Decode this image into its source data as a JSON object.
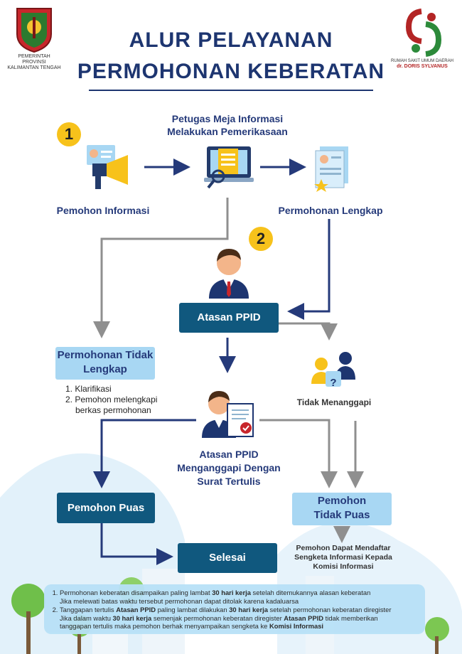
{
  "header": {
    "left_logo_caption_line1": "PEMERINTAH PROVINSI",
    "left_logo_caption_line2": "KALIMANTAN TENGAH",
    "right_logo_caption_line1": "RUMAH SAKIT UMUM DAERAH",
    "right_logo_caption_line2": "dr. DORIS SYLVANUS",
    "title_line1": "ALUR PELAYANAN",
    "title_line2": "PERMOHONAN KEBERATAN"
  },
  "steps": {
    "badge1": "1",
    "badge2": "2",
    "petugas_line1": "Petugas Meja Informasi",
    "petugas_line2": "Melakukan Pemerikasaan",
    "pemohon_informasi": "Pemohon Informasi",
    "permohonan_lengkap": "Permohonan Lengkap",
    "atasan_ppid": "Atasan PPID",
    "tidak_lengkap_line1": "Permohonan Tidak",
    "tidak_lengkap_line2": "Lengkap",
    "klarifikasi": "1. Klarifikasi",
    "melengkapi_line1": "2. Pemohon melengkapi",
    "melengkapi_line2": "berkas permohonan",
    "tidak_menanggapi": "Tidak Menanggapi",
    "menanggapi_line1": "Atasan PPID",
    "menanggapi_line2": "Menganggapi Dengan",
    "menanggapi_line3": "Surat Tertulis",
    "pemohon_puas": "Pemohon Puas",
    "tidak_puas_line1": "Pemohon",
    "tidak_puas_line2": "Tidak Puas",
    "selesai": "Selesai",
    "sengketa_line1": "Pemohon Dapat Mendaftar",
    "sengketa_line2": "Sengketa Informasi Kepada",
    "sengketa_line3": "Komisi Informasi",
    "question_mark": "?"
  },
  "notes": {
    "n1_a": "Permohonan keberatan disampaikan paling lambat ",
    "n1_b": "30 hari kerja",
    "n1_c": " setelah ditemukannya alasan keberatan",
    "n1_d": "Jika melewati batas waktu tersebut permohonan dapat ditolak karena kadaluarsa",
    "n2_a": "Tanggapan tertulis ",
    "n2_b": "Atasan PPID",
    "n2_c": " paling lambat dilakukan ",
    "n2_d": "30 hari kerja",
    "n2_e": " setelah permohonan keberatan diregister",
    "n2_f": "Jika dalam waktu ",
    "n2_g": "30 hari kerja",
    "n2_h": " semenjak permohonan keberatan diregister ",
    "n2_i": "Atasan PPID",
    "n2_j": " tidak memberikan",
    "n2_k": "tanggapan tertulis maka pemohon berhak menyampaikan sengketa ke ",
    "n2_l": "Komisi Informasi"
  },
  "colors": {
    "navy": "#253a7a",
    "dark_box": "#10587e",
    "light_box": "#a8d7f3",
    "badge": "#f7c21b",
    "gray_arrow": "#8f8f8f"
  }
}
